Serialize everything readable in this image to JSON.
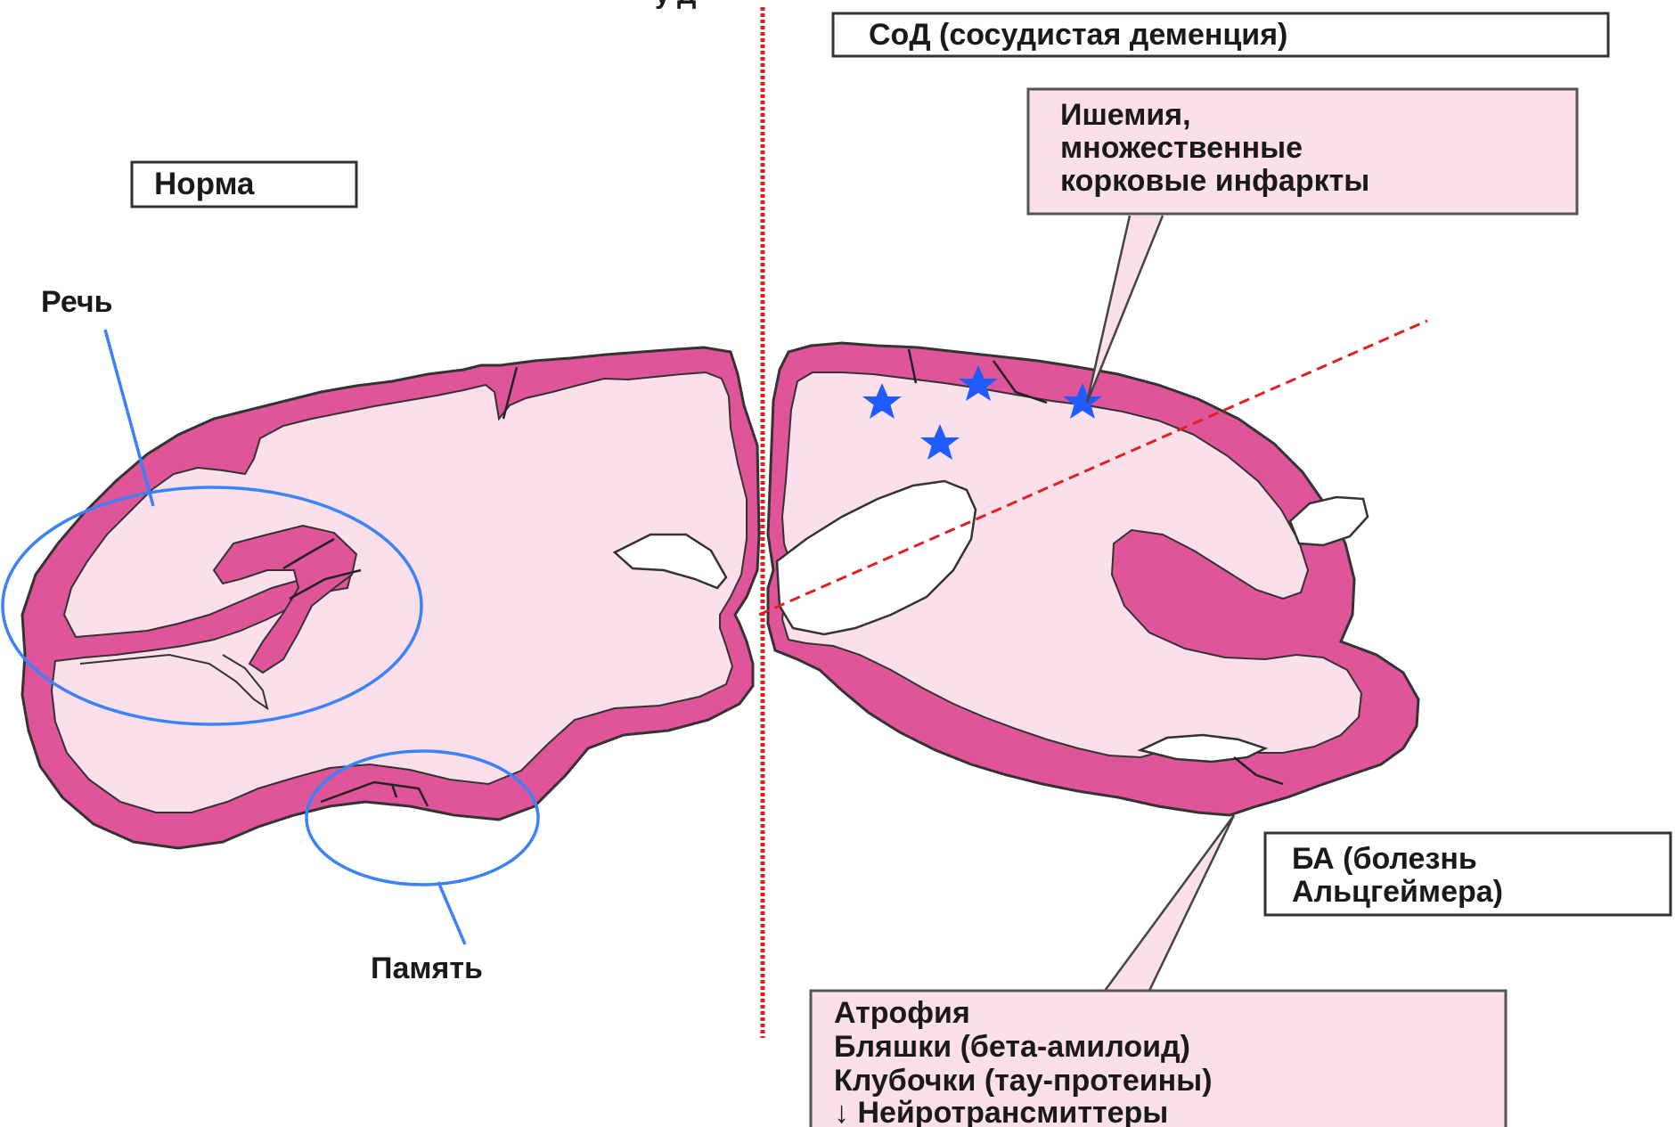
{
  "colors": {
    "cortex": "#e0549a",
    "white_matter": "#fbe0ec",
    "label_box_fill": "#fbe0ec",
    "region_outline": "#3b82f6",
    "divider": "#e02020",
    "lesion": "#1f5bff"
  },
  "top_fragment": "у    Д",
  "labels": {
    "norm": "Норма",
    "vascular_dementia": "СоД (сосудистая деменция)",
    "speech": "Речь",
    "memory": "Память",
    "alzheimer": [
      "БА (болезнь",
      "Альцгеймера)"
    ]
  },
  "ischemia_box": {
    "lines": [
      "Ишемия,",
      "множественные",
      "корковые инфаркты"
    ]
  },
  "alzheimer_box": {
    "lines": [
      "Атрофия",
      "Бляшки (бета-амилоид)",
      "Клубочки (тау-протеины)",
      "↓ Нейротрансмиттеры"
    ]
  },
  "icons": {
    "lesion_marker": "star-icon"
  },
  "lesion_count": 4
}
